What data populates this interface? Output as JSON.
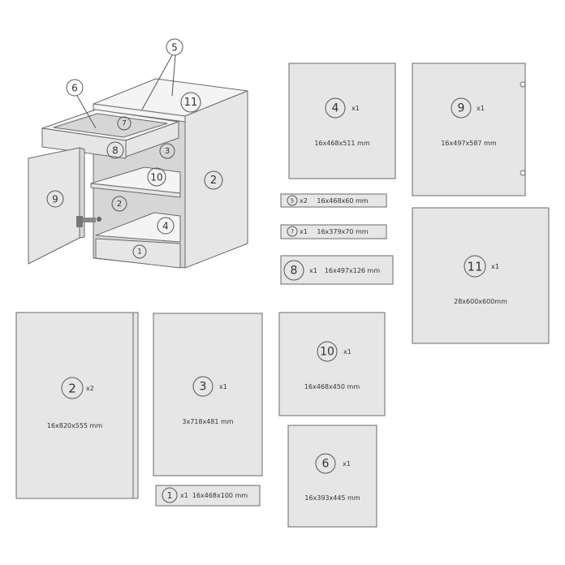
{
  "callouts": [
    {
      "id": "c5",
      "label": "5"
    },
    {
      "id": "c6",
      "label": "6"
    },
    {
      "id": "c11",
      "label": "11"
    },
    {
      "id": "c7",
      "label": "7"
    },
    {
      "id": "c8",
      "label": "8"
    },
    {
      "id": "c3",
      "label": "3"
    },
    {
      "id": "c10",
      "label": "10"
    },
    {
      "id": "c2",
      "label": "2"
    },
    {
      "id": "c9",
      "label": "9"
    },
    {
      "id": "c4",
      "label": "4"
    },
    {
      "id": "c1",
      "label": "1"
    },
    {
      "id": "c2r",
      "label": "2"
    }
  ],
  "parts": [
    {
      "id": "p4",
      "number": "4",
      "qty": "x1",
      "dims": "16x468x511 mm"
    },
    {
      "id": "p9",
      "number": "9",
      "qty": "x1",
      "dims": "16x497x587 mm"
    },
    {
      "id": "p5",
      "number": "5",
      "qty": "x2",
      "dims": "16x468x60 mm"
    },
    {
      "id": "p7",
      "number": "7",
      "qty": "x1",
      "dims": "16x379x70 mm"
    },
    {
      "id": "p8",
      "number": "8",
      "qty": "x1",
      "dims": "16x497x126 mm"
    },
    {
      "id": "p11",
      "number": "11",
      "qty": "x1",
      "dims": "28x600x600mm"
    },
    {
      "id": "p2",
      "number": "2",
      "qty": "x2",
      "dims": "16x820x555 mm"
    },
    {
      "id": "p3",
      "number": "3",
      "qty": "x1",
      "dims": "3x718x481 mm"
    },
    {
      "id": "p10",
      "number": "10",
      "qty": "x1",
      "dims": "16x468x450 mm"
    },
    {
      "id": "p6",
      "number": "6",
      "qty": "x1",
      "dims": "16x393x445 mm"
    },
    {
      "id": "p1",
      "number": "1",
      "qty": "x1",
      "dims": "16x468x100 mm"
    }
  ]
}
